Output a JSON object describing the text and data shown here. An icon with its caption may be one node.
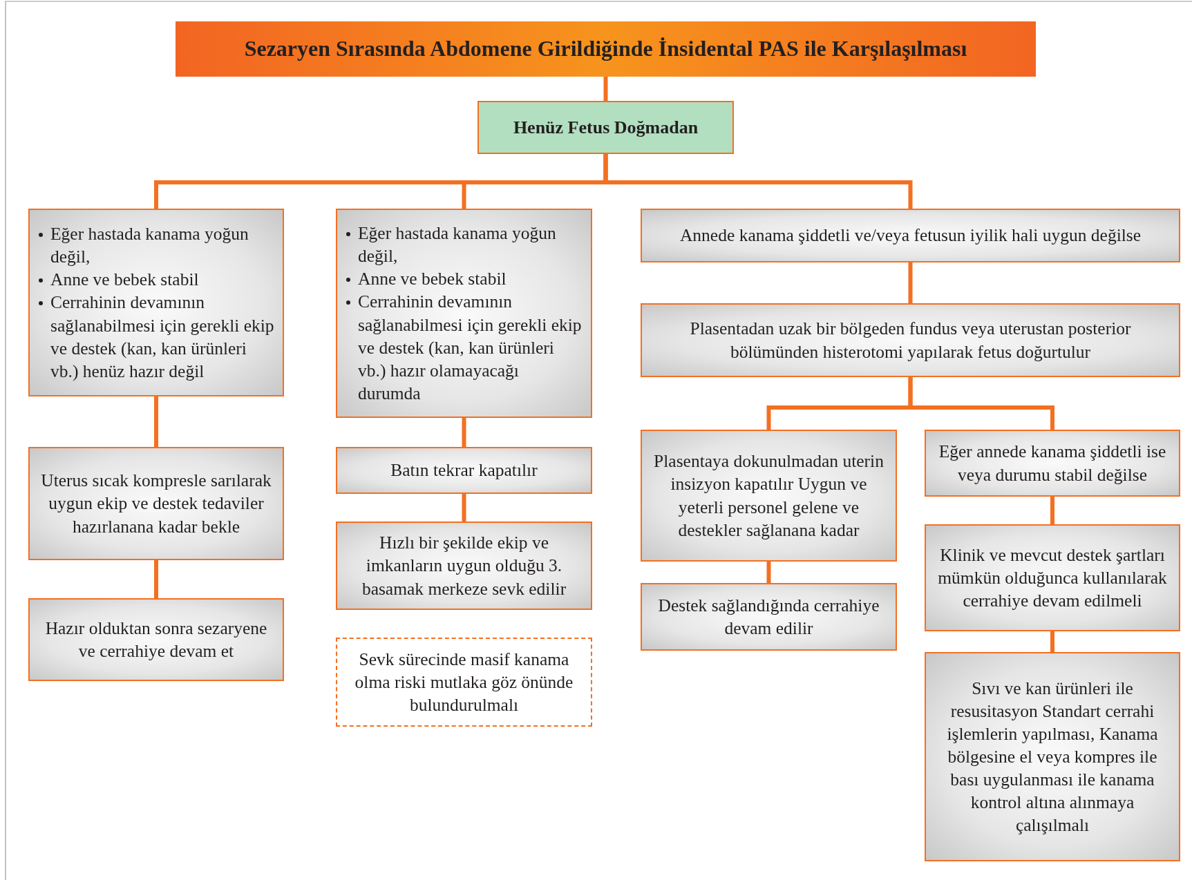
{
  "diagram": {
    "nodes": [
      {
        "text": [
          "Sezaryen Sırasında Abdomene Girildiğinde İnsidental PAS ile Karşılaşılması"
        ]
      },
      {
        "text": [
          "Henüz Fetus Doğmadan"
        ]
      },
      {
        "text": [
          "Eğer hastada kanama yoğun değil,",
          "Anne ve bebek stabil",
          "Cerrahinin devamının sağlanabilmesi için gerekli ekip ve destek (kan, kan ürünleri vb.) henüz hazır değil"
        ]
      },
      {
        "text": [
          "Eğer hastada kanama yoğun değil,",
          "Anne ve bebek stabil",
          "Cerrahinin devamının sağlanabilmesi için gerekli ekip ve destek (kan, kan ürünleri vb.) hazır olamayacağı durumda"
        ]
      },
      {
        "text": [
          "Annede kanama şiddetli ve/veya fetusun iyilik hali uygun değilse"
        ]
      },
      {
        "text": [
          "Uterus sıcak kompresle sarılarak uygun ekip ve destek tedaviler hazırlanana kadar bekle"
        ]
      },
      {
        "text": [
          "Hazır olduktan sonra sezaryene ve cerrahiye devam et"
        ]
      },
      {
        "text": [
          "Batın tekrar kapatılır"
        ]
      },
      {
        "text": [
          "Hızlı bir şekilde ekip ve imkanların uygun olduğu 3. basamak merkeze sevk edilir"
        ]
      },
      {
        "text": [
          "Sevk sürecinde masif kanama olma riski mutlaka göz önünde bulundurulmalı"
        ]
      },
      {
        "text": [
          "Plasentadan uzak bir bölgeden fundus veya uterustan posterior bölümünden histerotomi yapılarak fetus doğurtulur"
        ]
      },
      {
        "text": [
          "Plasentaya dokunulmadan uterin insizyon kapatılır Uygun ve yeterli personel gelene ve destekler sağlanana kadar"
        ]
      },
      {
        "text": [
          "Destek sağlandığında cerrahiye devam edilir"
        ]
      },
      {
        "text": [
          "Eğer annede kanama şiddetli ise veya durumu stabil değilse"
        ]
      },
      {
        "text": [
          "Klinik ve mevcut destek şartları mümkün olduğunca kullanılarak cerrahiye devam edilmeli"
        ]
      },
      {
        "text": [
          "Sıvı ve kan ürünleri ile resusitasyon Standart cerrahi işlemlerin yapılması, Kanama bölgesine el veya kompres ile bası uygulanması ile kanama kontrol altına alınmaya çalışılmalı"
        ]
      }
    ],
    "edges": [
      {
        "from": 0,
        "to": 1,
        "arrow": "none"
      },
      {
        "from": 1,
        "to": 2,
        "arrow": "none"
      },
      {
        "from": 1,
        "to": 3,
        "arrow": "none"
      },
      {
        "from": 1,
        "to": 4,
        "arrow": "none"
      },
      {
        "from": 2,
        "to": 5,
        "arrow": "none"
      },
      {
        "from": 5,
        "to": 6,
        "arrow": "none"
      },
      {
        "from": 3,
        "to": 7,
        "arrow": "none"
      },
      {
        "from": 7,
        "to": 8,
        "arrow": "none"
      },
      {
        "from": 4,
        "to": 10,
        "arrow": "none"
      },
      {
        "from": 10,
        "to": 11,
        "arrow": "none"
      },
      {
        "from": 10,
        "to": 13,
        "arrow": "none"
      },
      {
        "from": 11,
        "to": 12,
        "arrow": "none"
      },
      {
        "from": 13,
        "to": 14,
        "arrow": "none"
      },
      {
        "from": 14,
        "to": 15,
        "arrow": "none"
      }
    ]
  }
}
